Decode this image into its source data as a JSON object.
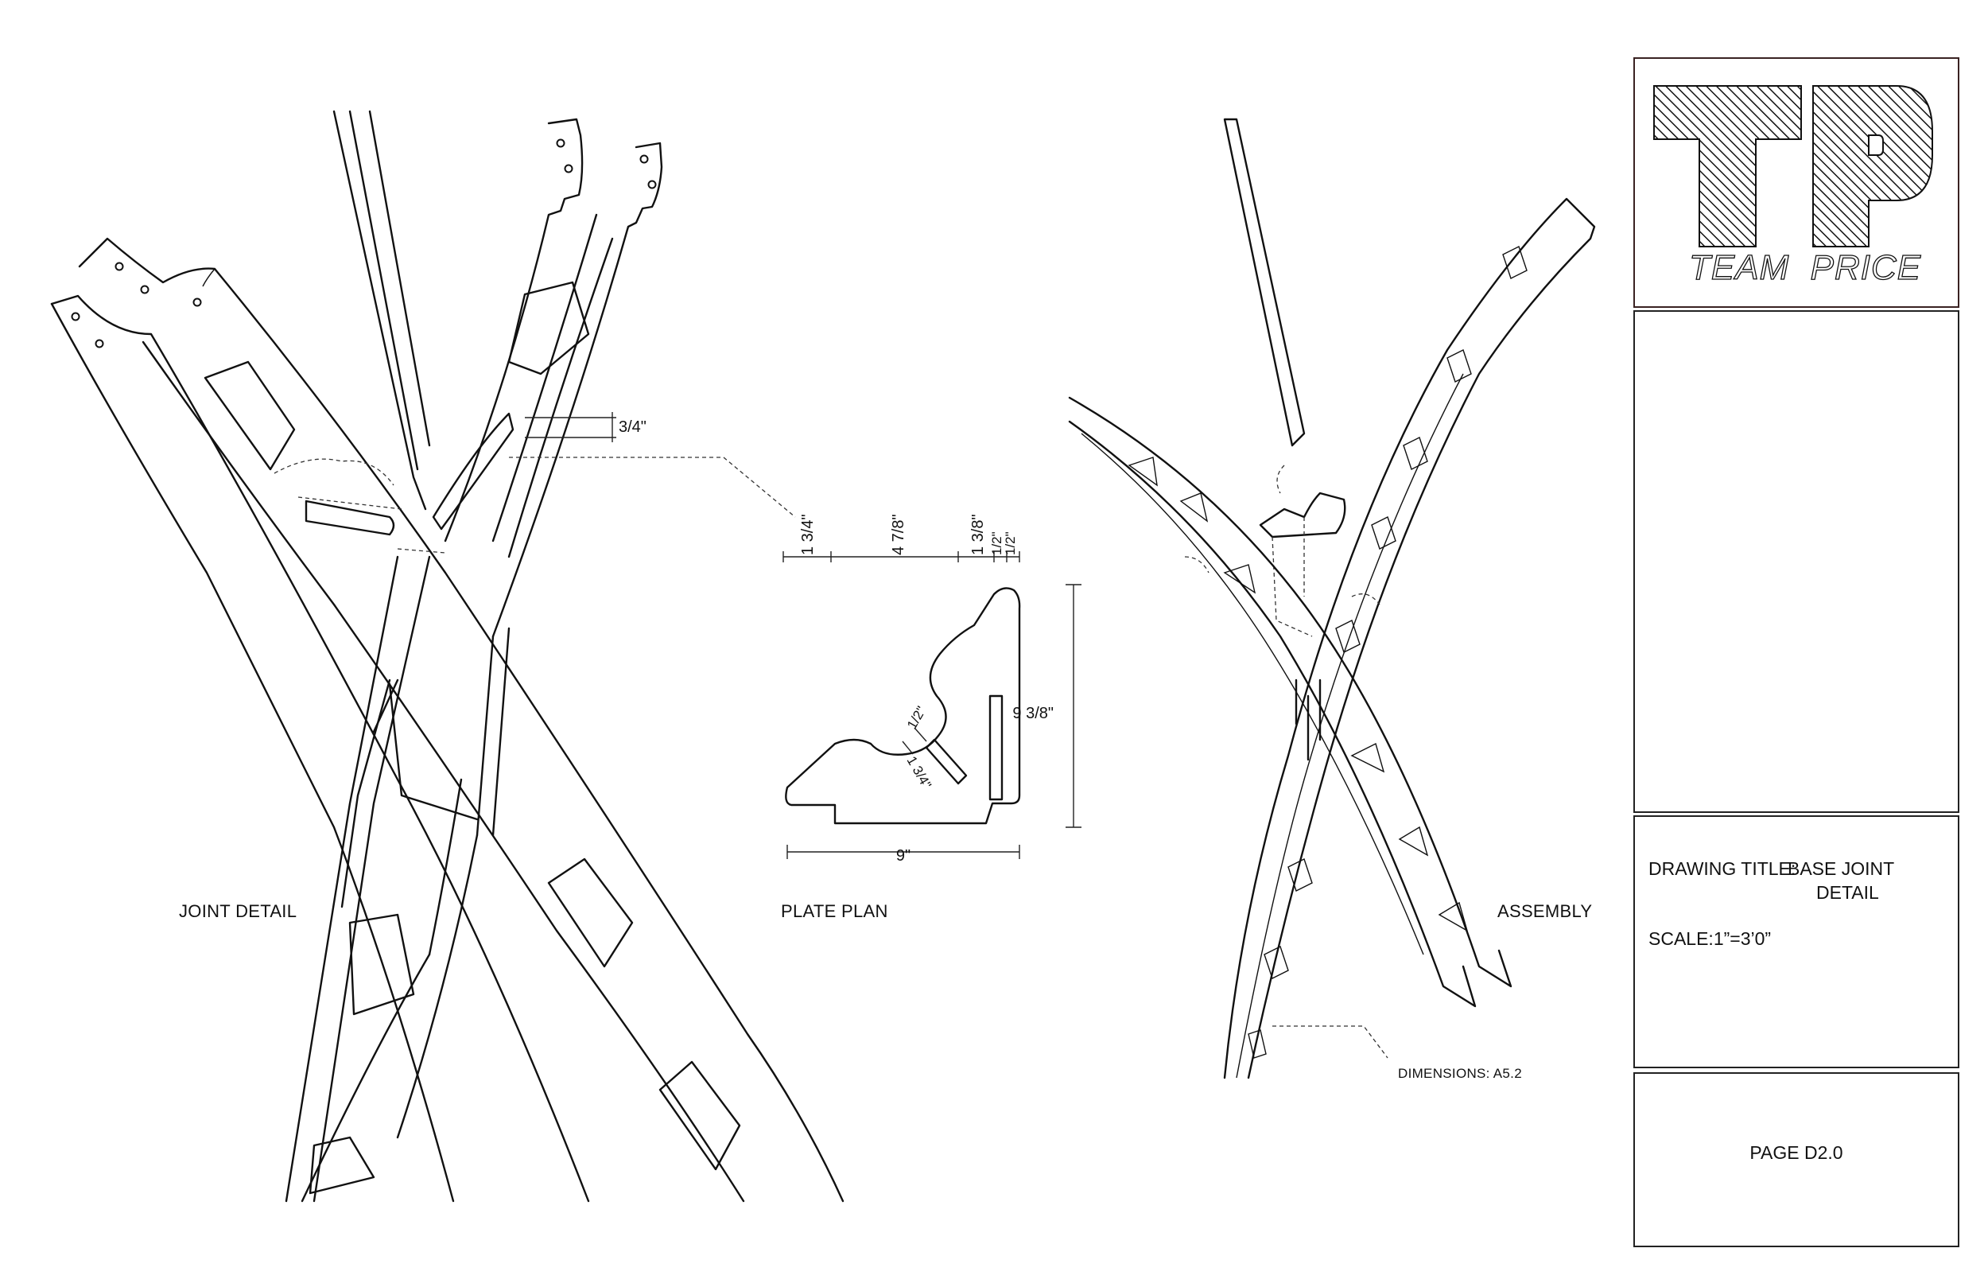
{
  "views": {
    "joint_detail": "JOINT DETAIL",
    "plate_plan": "PLATE PLAN",
    "assembly": "ASSEMBLY"
  },
  "dimensions": {
    "three_quarter": "3/4\"",
    "top_1": "1 3/4\"",
    "top_2": "4 7/8\"",
    "top_3": "1 3/8\"",
    "top_4": "1/2\"",
    "top_5": "1/2\"",
    "height": "9 3/8\"",
    "width": "9\"",
    "slot_width": "1/2\"",
    "slot_depth": "1 3/4\""
  },
  "assembly_note": "DIMENSIONS: A5.2",
  "title_block": {
    "logo_letters": "TP",
    "logo_name": "TEAM  PRICE",
    "drawing_title_label": "DRAWING TITLE:",
    "drawing_title_line1": "BASE JOINT",
    "drawing_title_line2": "DETAIL",
    "scale": "SCALE:1”=3’0”",
    "page": "PAGE D2.0"
  },
  "colors": {
    "line": "#111111",
    "logo_border": "#3a2222"
  }
}
